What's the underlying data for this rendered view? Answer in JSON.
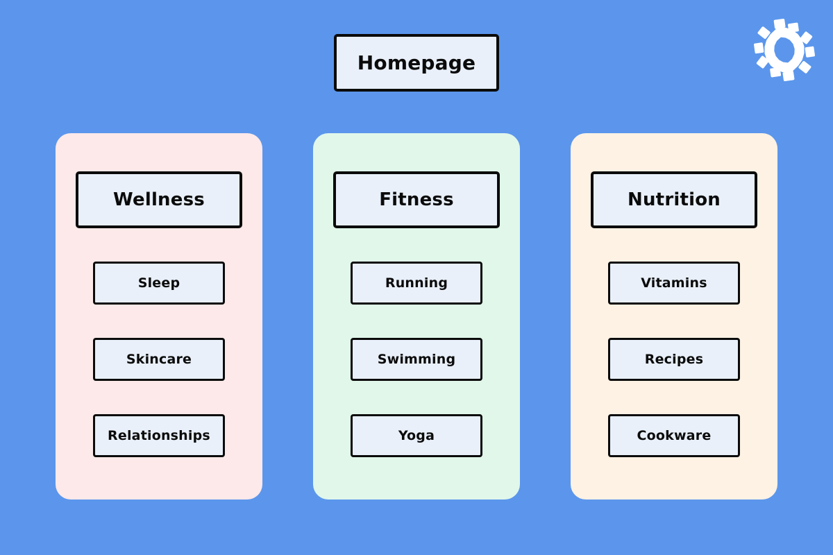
{
  "theme": {
    "background": "#5b96ec",
    "node_fill": "#e9f0f9",
    "node_border": "#0b0b0b",
    "card_wellness_bg": "#fde9e9",
    "card_fitness_bg": "#e0f7ea",
    "card_nutrition_bg": "#fdf2e4",
    "logo_color": "#ffffff"
  },
  "logo": {
    "icon": "double-gear-icon",
    "alt": "Interlocking gears logo"
  },
  "root": {
    "label": "Homepage"
  },
  "columns": [
    {
      "id": "wellness",
      "title": "Wellness",
      "items": [
        {
          "label": "Sleep"
        },
        {
          "label": "Skincare"
        },
        {
          "label": "Relationships"
        }
      ]
    },
    {
      "id": "fitness",
      "title": "Fitness",
      "items": [
        {
          "label": "Running"
        },
        {
          "label": "Swimming"
        },
        {
          "label": "Yoga"
        }
      ]
    },
    {
      "id": "nutrition",
      "title": "Nutrition",
      "items": [
        {
          "label": "Vitamins"
        },
        {
          "label": "Recipes"
        },
        {
          "label": "Cookware"
        }
      ]
    }
  ]
}
